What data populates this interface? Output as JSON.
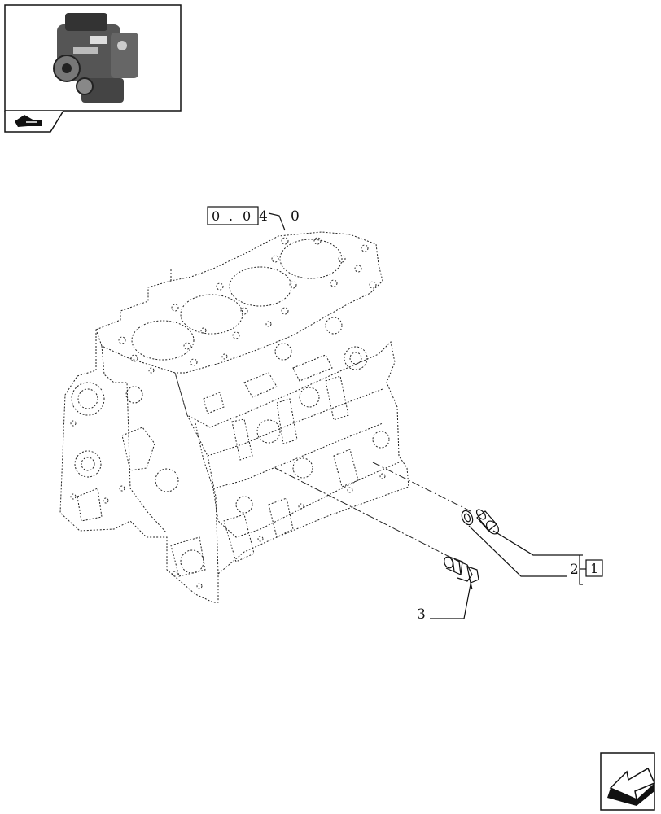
{
  "reference_code": {
    "digits": [
      "0",
      ".",
      "0",
      "4"
    ],
    "suffix": "0"
  },
  "callouts": [
    {
      "id": "2",
      "text": "2",
      "ref_box": "1"
    },
    {
      "id": "3",
      "text": "3"
    }
  ],
  "icons": {
    "thumbnail": "engine-thumbnail-icon",
    "tab": "hand-pointer-icon",
    "nav": "next-page-arrow-icon"
  },
  "colors": {
    "line": "#111111",
    "background": "#ffffff"
  }
}
